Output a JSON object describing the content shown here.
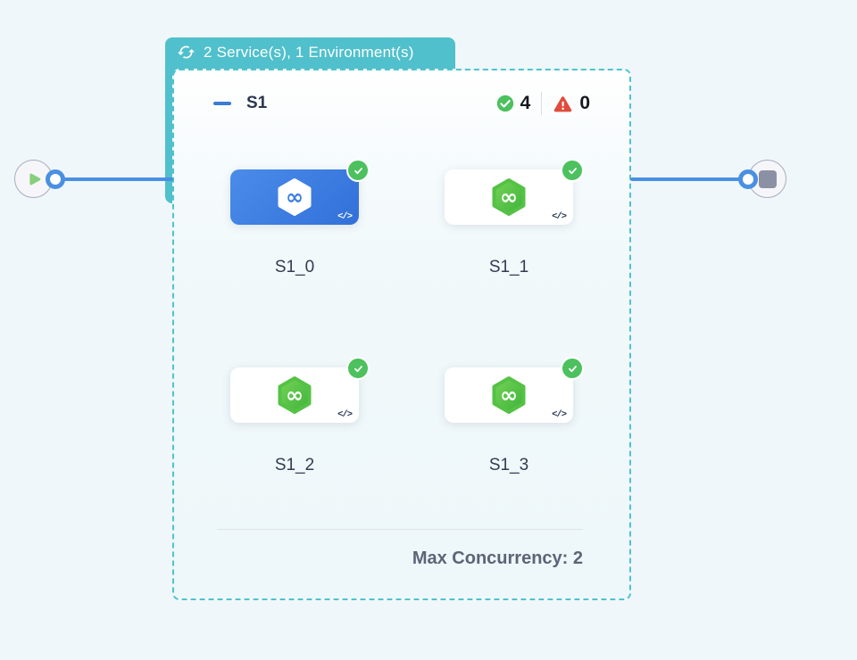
{
  "badge": {
    "icon": "sync-icon",
    "label": "2 Service(s), 1 Environment(s)"
  },
  "group": {
    "name": "S1",
    "success_count": "4",
    "error_count": "0",
    "footer": "Max Concurrency: 2",
    "code_glyph": "</>",
    "services": [
      {
        "name": "S1_0",
        "status": "success",
        "selected": true
      },
      {
        "name": "S1_1",
        "status": "success",
        "selected": false
      },
      {
        "name": "S1_2",
        "status": "success",
        "selected": false
      },
      {
        "name": "S1_3",
        "status": "success",
        "selected": false
      }
    ]
  },
  "nodes": {
    "start": "play",
    "end": "stop"
  },
  "colors": {
    "accent_teal": "#4fc0cc",
    "edge_blue": "#4a90e2",
    "success_green": "#4cc15e",
    "error_red": "#e04b3c",
    "selected_card_blue": "#3d7fe0",
    "background": "#eff7fa"
  }
}
